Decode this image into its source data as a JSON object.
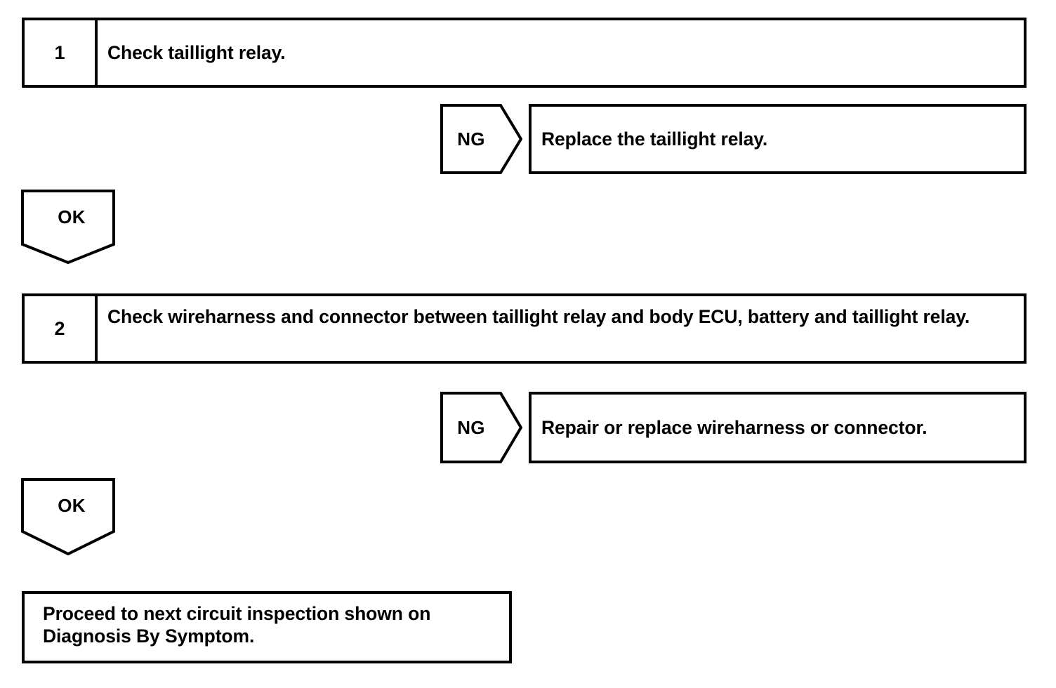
{
  "diagram": {
    "type": "troubleshooting-flowchart",
    "title": "",
    "steps": [
      {
        "number": "1",
        "instruction": "Check taillight relay.",
        "ng": {
          "label": "NG",
          "action": "Replace the taillight relay."
        },
        "ok": {
          "label": "OK"
        }
      },
      {
        "number": "2",
        "instruction": "Check wireharness and connector between taillight relay and body ECU, battery and taillight relay.",
        "ng": {
          "label": "NG",
          "action": "Repair or replace wireharness or connector."
        },
        "ok": {
          "label": "OK"
        }
      }
    ],
    "final": {
      "text": "Proceed to next circuit inspection shown on Diagnosis By Symptom."
    },
    "colors": {
      "line": "#000000",
      "background": "#ffffff",
      "text": "#000000"
    }
  }
}
